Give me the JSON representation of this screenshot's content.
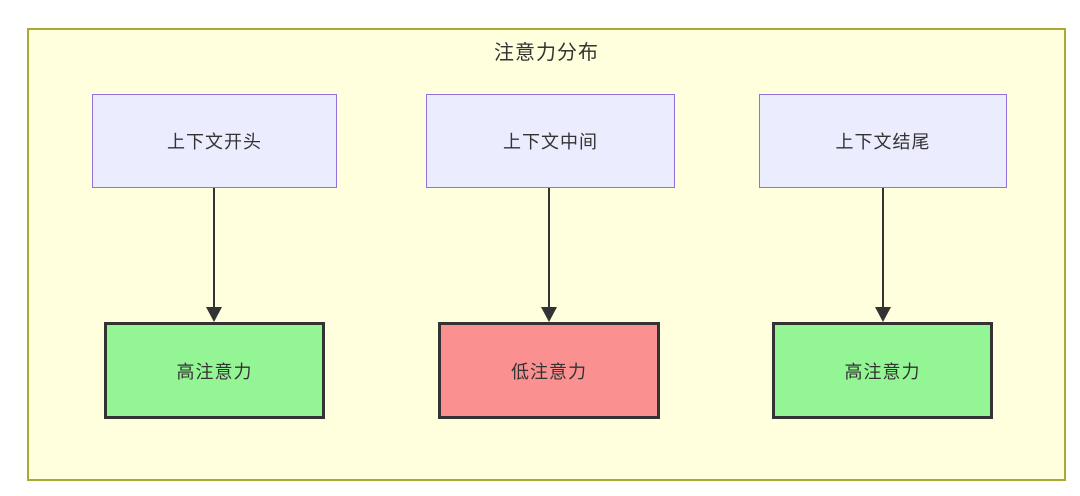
{
  "diagram": {
    "title": "注意力分布",
    "columns": [
      {
        "source": "上下文开头",
        "target": "高注意力",
        "attention": "high"
      },
      {
        "source": "上下文中间",
        "target": "低注意力",
        "attention": "low"
      },
      {
        "source": "上下文结尾",
        "target": "高注意力",
        "attention": "high"
      }
    ],
    "colors": {
      "cluster_fill": "#ffffde",
      "cluster_border": "#aaaa33",
      "source_fill": "#ececff",
      "source_border": "#9370db",
      "high_attention_fill": "#94f594",
      "low_attention_fill": "#fa9090",
      "target_border": "#333333",
      "arrow": "#333333",
      "text": "#333333"
    }
  }
}
